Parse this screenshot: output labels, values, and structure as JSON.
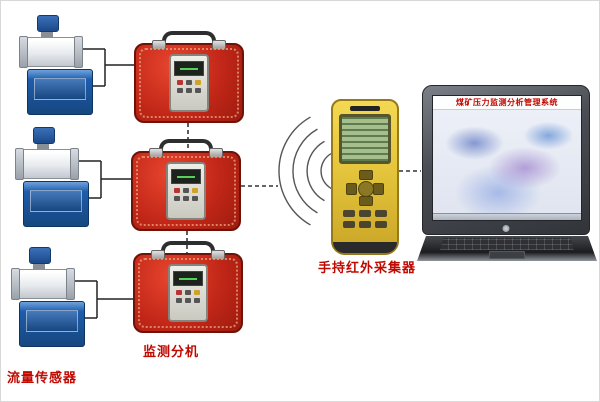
{
  "diagram": {
    "labels": {
      "flow_sensors": "流量传感器",
      "monitor_units": "监测分机",
      "handheld_collector": "手持红外采集器"
    },
    "laptop": {
      "screen_title": "煤矿压力监测分析管理系统"
    },
    "colors": {
      "label_red": "#c00900",
      "monitor_box_red": "#c22718",
      "sensor_box_blue": "#1e5cab",
      "handheld_yellow": "#e5c53c",
      "lcd_green": "#a6bd8c"
    },
    "connections": {
      "wireless_waves": 4,
      "wired_links": 3,
      "style": "dashed"
    }
  }
}
